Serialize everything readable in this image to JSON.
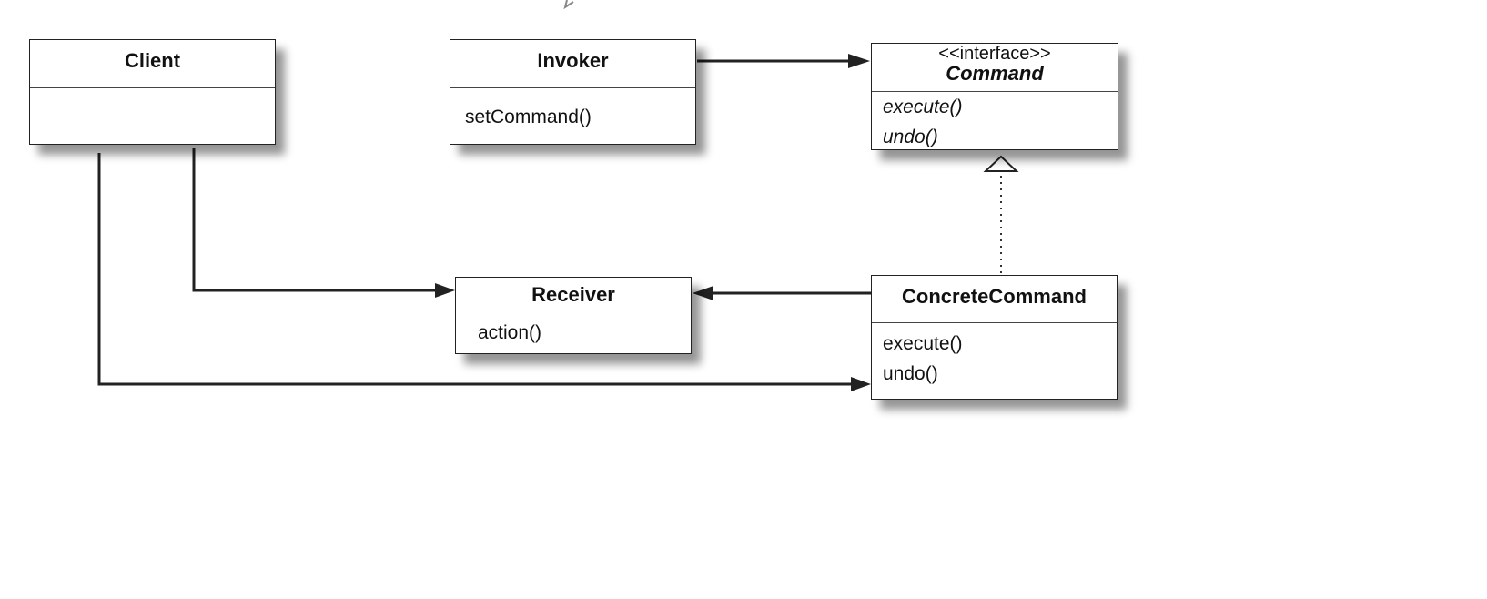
{
  "classes": {
    "client": {
      "name": "Client",
      "operations": []
    },
    "invoker": {
      "name": "Invoker",
      "operations": [
        "setCommand()"
      ]
    },
    "command": {
      "stereotype": "<<interface>>",
      "name": "Command",
      "operations": [
        "execute()",
        "undo()"
      ]
    },
    "receiver": {
      "name": "Receiver",
      "operations": [
        "action()"
      ]
    },
    "concrete_command": {
      "name": "ConcreteCommand",
      "operations": [
        "execute()",
        "undo()"
      ]
    }
  },
  "relationships": [
    {
      "from": "Invoker",
      "to": "Command",
      "kind": "association"
    },
    {
      "from": "Client",
      "to": "Receiver",
      "kind": "association"
    },
    {
      "from": "Client",
      "to": "ConcreteCommand",
      "kind": "association"
    },
    {
      "from": "ConcreteCommand",
      "to": "Receiver",
      "kind": "association"
    },
    {
      "from": "ConcreteCommand",
      "to": "Command",
      "kind": "realization"
    }
  ],
  "colors": {
    "line": "#222222",
    "box_border": "#222222",
    "background": "#ffffff"
  }
}
